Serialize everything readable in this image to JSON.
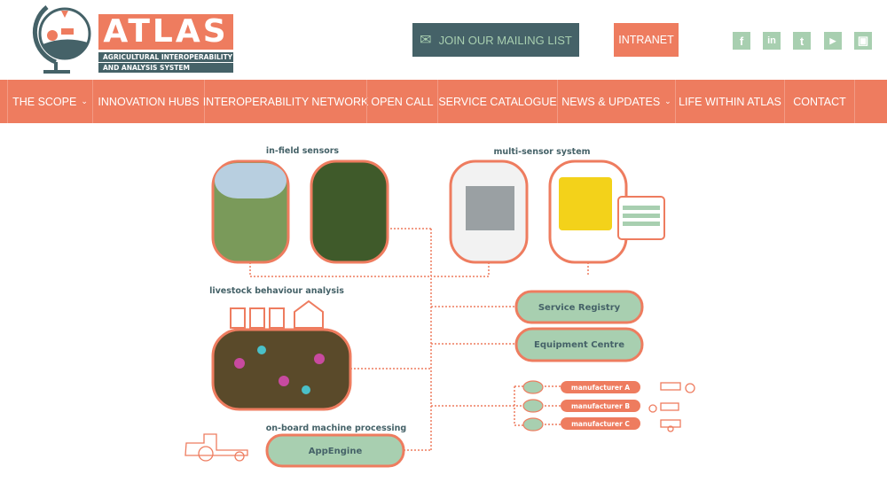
{
  "header": {
    "logo": {
      "title": "ATLAS",
      "subtitle_line1": "AGRICULTURAL INTEROPERABILITY",
      "subtitle_line2": "AND ANALYSIS SYSTEM"
    },
    "mailing_button": "JOIN OUR MAILING LIST",
    "intranet_button": "INTRANET",
    "social": [
      {
        "icon": "facebook-icon",
        "glyph": "f"
      },
      {
        "icon": "linkedin-icon",
        "glyph": "in"
      },
      {
        "icon": "twitter-icon",
        "glyph": "t"
      },
      {
        "icon": "youtube-icon",
        "glyph": "▶"
      },
      {
        "icon": "slideshare-icon",
        "glyph": "▣"
      }
    ]
  },
  "nav": [
    {
      "label": "THE SCOPE",
      "dropdown": true
    },
    {
      "label": "INNOVATION HUBS"
    },
    {
      "label": "INTEROPERABILITY NETWORK"
    },
    {
      "label": "OPEN CALL"
    },
    {
      "label": "SERVICE CATALOGUE"
    },
    {
      "label": "NEWS & UPDATES",
      "dropdown": true
    },
    {
      "label": "LIFE WITHIN ATLAS"
    },
    {
      "label": "CONTACT"
    }
  ],
  "diagram": {
    "in_field": "in-field sensors",
    "multi_sensor": "multi-sensor system",
    "livestock": "livestock behaviour analysis",
    "onboard": "on-board machine processing",
    "service_registry": "Service Registry",
    "equipment_centre": "Equipment Centre",
    "appengine": "AppEngine",
    "manufacturers": [
      "manufacturer A",
      "manufacturer B",
      "manufacturer C"
    ]
  },
  "colors": {
    "orange": "#ee7c5f",
    "teal": "#456268",
    "green": "#a8cfb0"
  }
}
